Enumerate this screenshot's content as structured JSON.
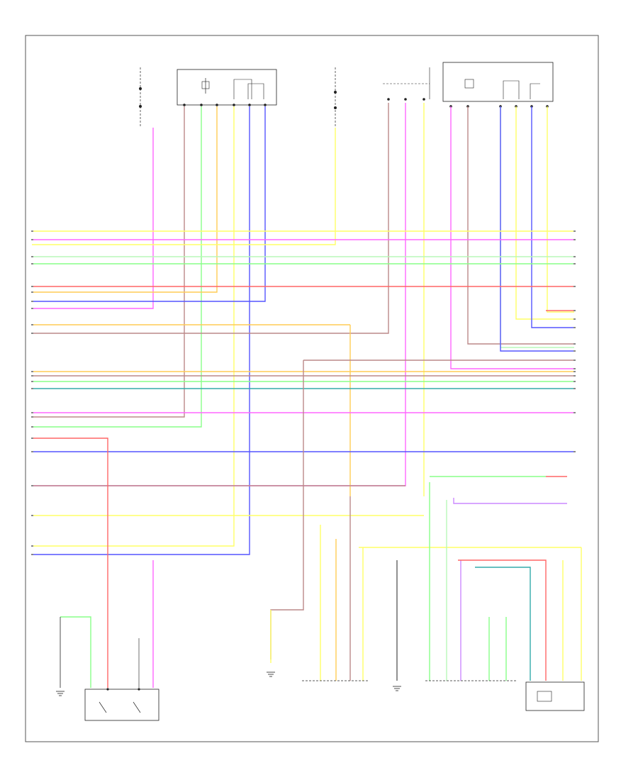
{
  "diagram": {
    "type": "wiring-diagram",
    "border_color": "#555555",
    "footer_ref": "",
    "text_legible": false,
    "wire_colors": {
      "yellow": "#ffff66",
      "pink": "#ff66ff",
      "red": "#ff6666",
      "green": "#88ff88",
      "lightgreen": "#b8f7b8",
      "orange": "#ffcc55",
      "blue": "#5555ff",
      "brown": "#bb8888",
      "violet": "#cc88ff",
      "teal": "#33aaaa",
      "gray": "#999999"
    },
    "components": [
      {
        "id": "hot-at-all-times-left",
        "name": ""
      },
      {
        "id": "left-junction-box",
        "name": ""
      },
      {
        "id": "hot-at-all-times-mid",
        "name": ""
      },
      {
        "id": "powertrain-control-module",
        "name": ""
      },
      {
        "id": "battery-junction-box",
        "name": ""
      },
      {
        "id": "inertia-switch",
        "name": ""
      },
      {
        "id": "fuel-pump-control-module",
        "name": ""
      },
      {
        "id": "fuel-pump-assembly",
        "name": ""
      },
      {
        "id": "fuel-level-sensor",
        "name": ""
      }
    ]
  }
}
